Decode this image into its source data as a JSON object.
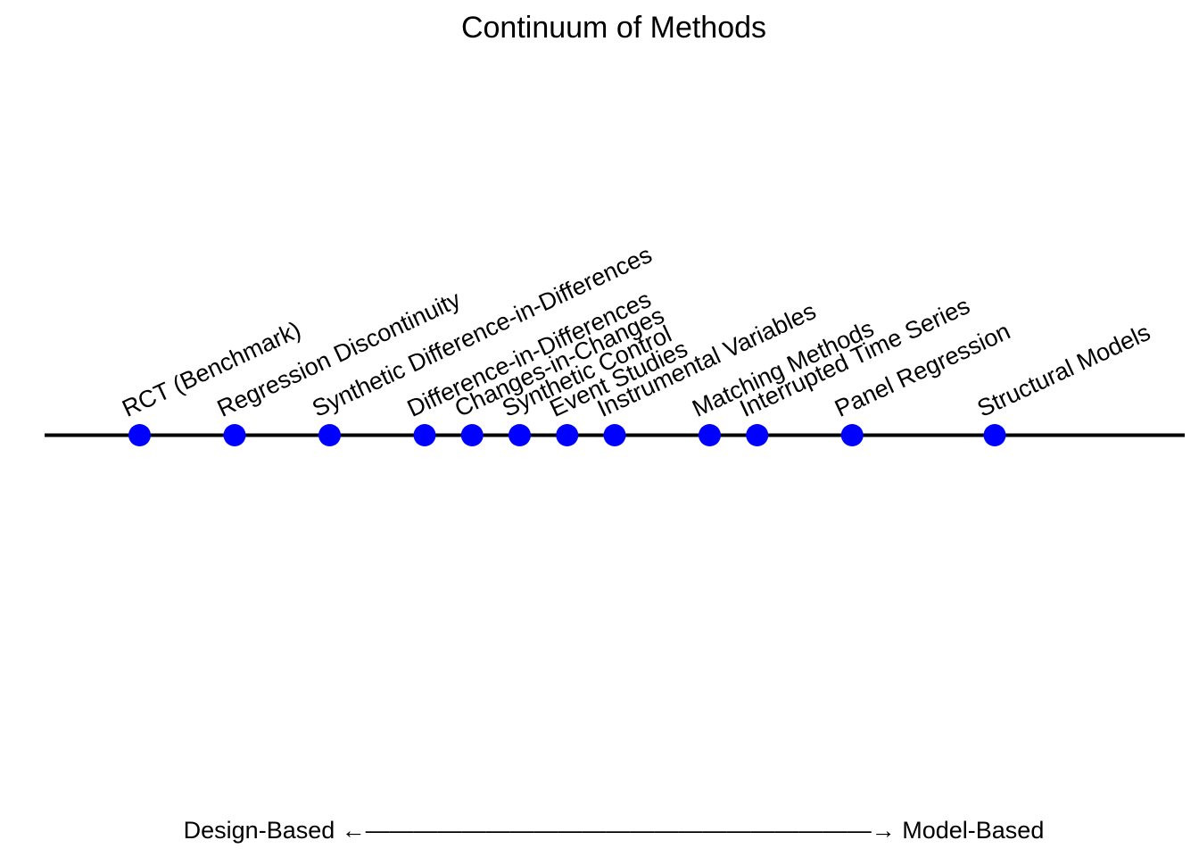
{
  "chart_data": {
    "type": "scatter",
    "title": "Continuum of Methods",
    "xlabel": "Design-Based ←—————————————————————→ Model-Based",
    "ylabel": "",
    "xlim": [
      0,
      12
    ],
    "ylim": [
      -1,
      1
    ],
    "grid": false,
    "legend": "none",
    "point_color": "#0000ff",
    "line_color": "#000000",
    "points": [
      {
        "label": "RCT (Benchmark)",
        "x": 1.0,
        "y": 0
      },
      {
        "label": "Regression Discontinuity",
        "x": 2.0,
        "y": 0
      },
      {
        "label": "Synthetic Difference-in-Differences",
        "x": 3.0,
        "y": 0
      },
      {
        "label": "Difference-in-Differences",
        "x": 4.0,
        "y": 0
      },
      {
        "label": "Changes-in-Changes",
        "x": 4.5,
        "y": 0
      },
      {
        "label": "Synthetic Control",
        "x": 5.0,
        "y": 0
      },
      {
        "label": "Event Studies",
        "x": 5.5,
        "y": 0
      },
      {
        "label": "Instrumental Variables",
        "x": 6.0,
        "y": 0
      },
      {
        "label": "Matching Methods",
        "x": 7.0,
        "y": 0
      },
      {
        "label": "Interrupted Time Series",
        "x": 7.5,
        "y": 0
      },
      {
        "label": "Panel Regression",
        "x": 8.5,
        "y": 0
      },
      {
        "label": "Structural Models",
        "x": 10.0,
        "y": 0
      }
    ]
  }
}
